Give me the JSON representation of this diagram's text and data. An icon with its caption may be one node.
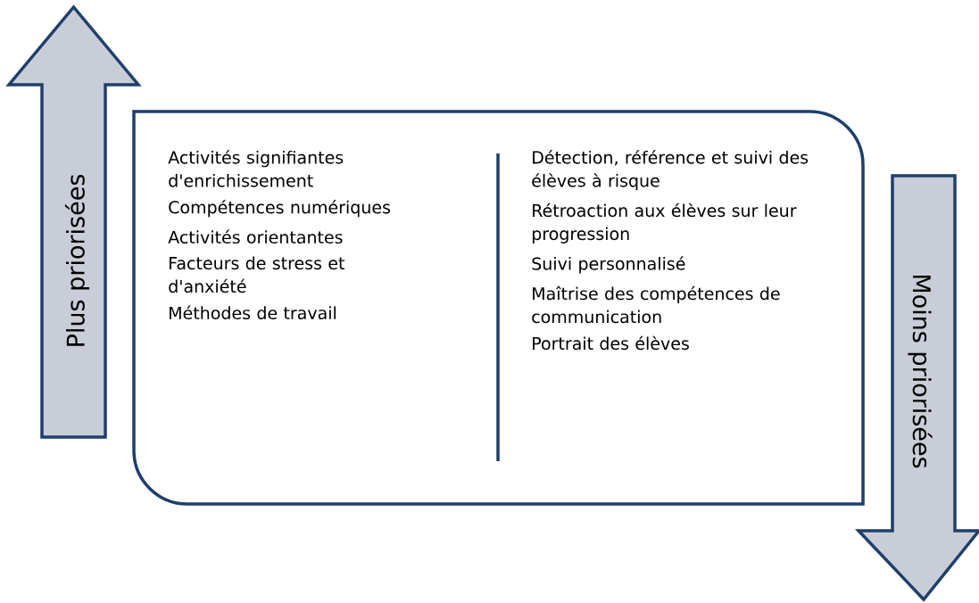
{
  "diagram": {
    "nodes": [
      {
        "text": [
          "Plus priorisées"
        ]
      },
      {
        "text": [
          "Activités signifiantes d'enrichissement",
          "Compétences numériques",
          "Activités orientantes",
          "Facteurs de stress et d'anxiété",
          "Méthodes de travail",
          "Détection, référence et suivi des élèves à risque",
          "Rétroaction aux élèves sur leur progression",
          "Suivi personnalisé",
          "Maîtrise des compétences de communication",
          "Portrait des élèves"
        ]
      },
      {
        "text": [
          "Moins priorisées"
        ]
      }
    ]
  }
}
